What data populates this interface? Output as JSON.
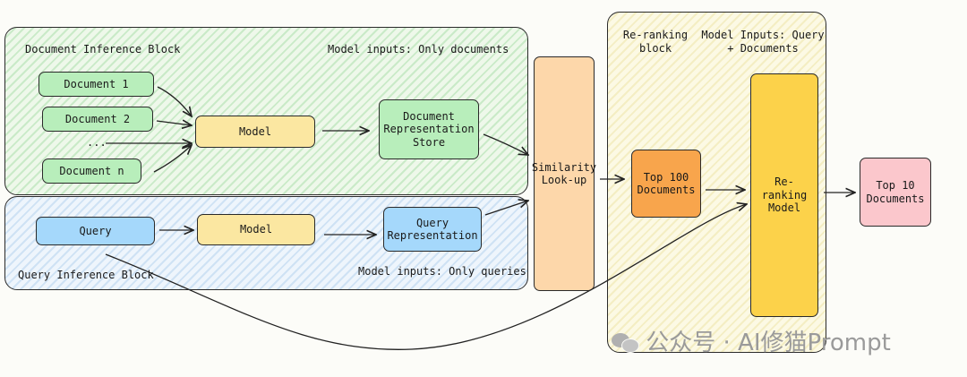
{
  "doc_block": {
    "title": "Document Inference Block",
    "inputs_note": "Model inputs: Only documents"
  },
  "query_block": {
    "title": "Query Inference Block",
    "inputs_note": "Model inputs: Only queries"
  },
  "rerank_block": {
    "title": "Re-ranking block",
    "inputs_note": "Model Inputs: Query + Documents"
  },
  "nodes": {
    "document_1": "Document 1",
    "document_2": "Document 2",
    "ellipsis": "...",
    "document_n": "Document n",
    "doc_model": "Model",
    "doc_store": "Document Representation Store",
    "query": "Query",
    "query_model": "Model",
    "query_representation": "Query Representation",
    "similarity": "Similarity Look-up",
    "top100": "Top 100 Documents",
    "rerank_model": "Re-ranking Model",
    "top10": "Top 10 Documents"
  },
  "watermark": "公众号 · AI修猫Prompt",
  "colors": {
    "green": "#b8eebb",
    "yellow": "#fbe7a1",
    "blue": "#a5d8fb",
    "peach": "#fdd7aa",
    "orange": "#f8a54c",
    "gold": "#fcd24a",
    "pink": "#fbc7cc"
  }
}
